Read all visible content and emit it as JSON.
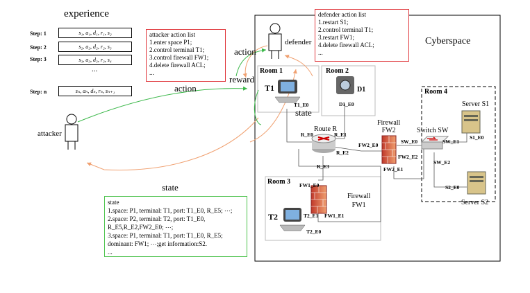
{
  "experience": {
    "title": "experience",
    "steps": [
      {
        "label": "Step: 1",
        "tuple": "s₁, a₁, d₁, r₁, s₂"
      },
      {
        "label": "Step: 2",
        "tuple": "s₂, a₂, d₂, r₂, s₃"
      },
      {
        "label": "Step: 3",
        "tuple": "s₃, a₃, d₃, r₃, s₄"
      },
      {
        "label": "Step: n",
        "tuple": "sₙ, aₙ, dₙ, rₙ, sₙ₊₁"
      }
    ],
    "ellipsis": "..."
  },
  "attacker_actions": {
    "title": "attacker action list",
    "items": [
      "1.enter space P1;",
      "2.control terminal T1;",
      "3.control firewall FW1;",
      "4.delete firewall ACL;",
      "..."
    ]
  },
  "defender_actions": {
    "title": "defender action list",
    "items": [
      "1.restart S1;",
      "2.control terminal T1;",
      "3.restart FW1;",
      "4.delete firewall ACL;",
      "..."
    ]
  },
  "state_box": {
    "title": "state",
    "lines": [
      "1.space: P1, terminal: T1, port: T1_E0, R_E5; ⋯;",
      "2.space: P2, terminal: T2, port: T1_E0, R_E5,R_E2,FW2_E0; ⋯;",
      "3.space: P1, terminal: T1, port: T1_E0, R_E5; dominant: FW1; ⋯;get information:S2.",
      "..."
    ]
  },
  "actors": {
    "attacker": "attacker",
    "defender": "defender"
  },
  "arrows": {
    "action_top": "action",
    "action_mid": "action",
    "reward": "reward",
    "state_mid": "state",
    "state_bottom": "state"
  },
  "cyberspace": {
    "title": "Cyberspace",
    "rooms": {
      "room1": "Room 1",
      "room2": "Room 2",
      "room3": "Room 3",
      "room4": "Room 4"
    },
    "devices": {
      "t1": "T1",
      "t1_port": "T1_E0",
      "d1": "D1",
      "d1_port": "D1_E0",
      "router": "Route R",
      "r_e0": "R_E0",
      "r_e1": "R_E1",
      "r_e2": "R_E2",
      "r_e3": "R_E3",
      "fw2": "Firewall\nFW2",
      "fw2_e0": "FW2_E0",
      "fw2_e1": "FW2_E1",
      "fw2_e2": "FW2_E2",
      "switch": "Switch SW",
      "sw_e0": "SW_E0",
      "sw_e1": "SW_E1",
      "sw_e2": "SW_E2",
      "s1": "Server S1",
      "s1_port": "S1_E0",
      "s2": "Server S2",
      "s2_port": "S2_E0",
      "fw1": "Firewall\nFW1",
      "fw1_e0": "FW1_E0",
      "fw1_e1": "FW1_E1",
      "t2": "T2",
      "t2_e1": "T2_E1",
      "t2_e0": "T2_E0"
    }
  }
}
